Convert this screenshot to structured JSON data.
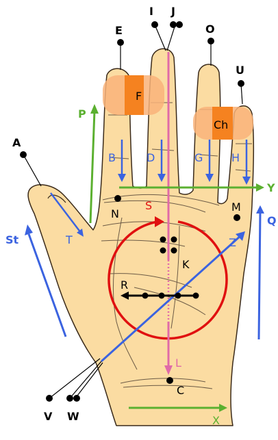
{
  "colors": {
    "skin": "#fbdca2",
    "skin_stroke": "#3a2a1a",
    "crease": "#6b5a45",
    "orange": "#f58220",
    "orange_light": "#f9b37a",
    "red": "#e01010",
    "pink": "#e06aa8",
    "blue": "#3b63e0",
    "green": "#5bb030",
    "black": "#000000"
  },
  "labels": {
    "A": "A",
    "B": "B",
    "C": "C",
    "Ch": "Ch",
    "D": "D",
    "E": "E",
    "F": "F",
    "G": "G",
    "H": "H",
    "I": "I",
    "J": "J",
    "K": "K",
    "L": "L",
    "M": "M",
    "N": "N",
    "O": "O",
    "P": "P",
    "Q": "Q",
    "R": "R",
    "S": "S",
    "St": "St",
    "T": "T",
    "U": "U",
    "V": "V",
    "W": "W",
    "X": "X",
    "Y": "Y",
    "Z": "Z"
  }
}
